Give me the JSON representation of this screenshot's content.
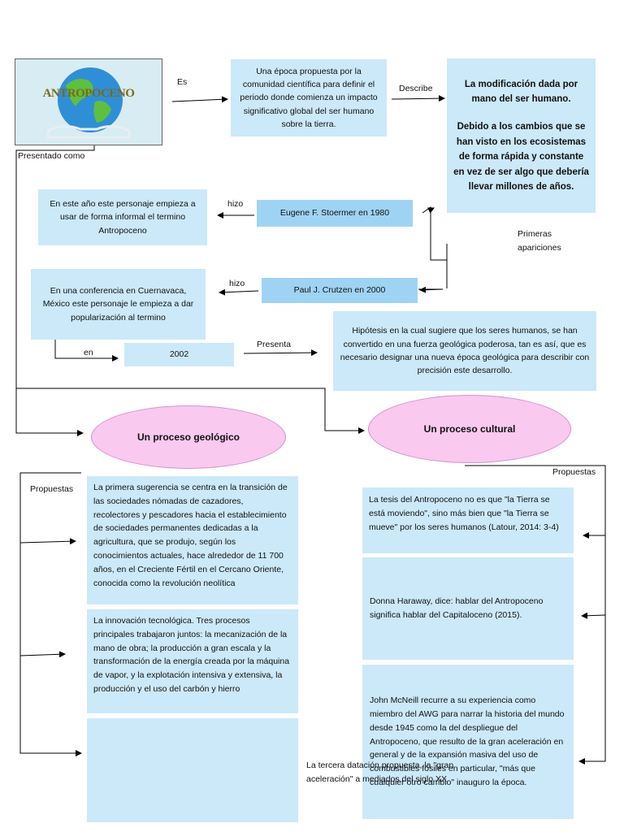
{
  "logo": {
    "text": "ANTROPOCENO"
  },
  "labels": {
    "es": "Es",
    "describe": "Describe",
    "presentado": "Presentado como",
    "hizo1": "hizo",
    "hizo2": "hizo",
    "primeras": "Primeras\napariciones",
    "en": "en",
    "presenta": "Presenta",
    "propuestas_left": "Propuestas",
    "propuestas_right": "Propuestas"
  },
  "boxes": {
    "definition": "Una época propuesta por la comunidad científica para definir el periodo donde comienza un impacto significativo global del ser humano sobre la tierra.",
    "modification_p1": "La modificación dada por mano del ser humano.",
    "modification_p2": "Debido a los cambios que se han visto en los ecosistemas de forma rápida y constante en vez de ser algo que debería llevar millones de años.",
    "stoermer_desc": "En este año este personaje empieza a usar de forma informal el termino Antropoceno",
    "stoermer": "Eugene F. Stoermer en 1980",
    "crutzen_desc": "En una conferencia en Cuernavaca, México este personaje le empieza a dar popularización al termino",
    "crutzen": "Paul J. Crutzen en 2000",
    "year": "2002",
    "hypothesis": "Hipótesis en la cual sugiere que los seres humanos, se han convertido en una fuerza geológica poderosa, tan es así, que es necesario designar una nueva época geológica para describir con precisión este desarrollo.",
    "geo1": " La primera sugerencia se centra en la transición de las sociedades nómadas de cazadores, recolectores y pescadores hacia el establecimiento de sociedades permanentes dedicadas a la agricultura, que se produjo, según los conocimientos actuales, hace alrededor de 11 700 años, en el Creciente Fértil en el Cercano Oriente, conocida como la revolución neolítica",
    "geo2": "La innovación tecnológica. Tres procesos principales trabajaron juntos: la mecanización de la mano de obra; la producción a gran escala y la transformación de la energía creada por la máquina de vapor, y la explotación intensiva y extensiva, la producción y el uso del carbón y hierro",
    "geo3_overflow": "La tercera datación propuesta, la \"gran aceleración\" a mediados del siglo XX",
    "cult1": "La tesis del Antropoceno no es que \"la Tierra se está moviendo\", sino más bien que \"la Tierra se mueve\" por los seres humanos (Latour, 2014: 3-4)",
    "cult2": "Donna Haraway, dice: hablar del Antropoceno significa hablar del Capitaloceno (2015).",
    "cult3": "John McNeill recurre a su experiencia como miembro del AWG para narrar la historia del mundo desde 1945 como la del despliegue del Antropoceno, que resulto de la gran aceleración en general y de la expansión masiva del uso de combustibles fósiles en particular, \"más que cualquier otro cambio\" inauguro la época."
  },
  "ellipses": {
    "geologico": "Un proceso geológico",
    "cultural": "Un proceso cultural"
  },
  "colors": {
    "box": "#cce9f9",
    "box_dark": "#9fd3f4",
    "ellipse": "#f9c9ef"
  }
}
